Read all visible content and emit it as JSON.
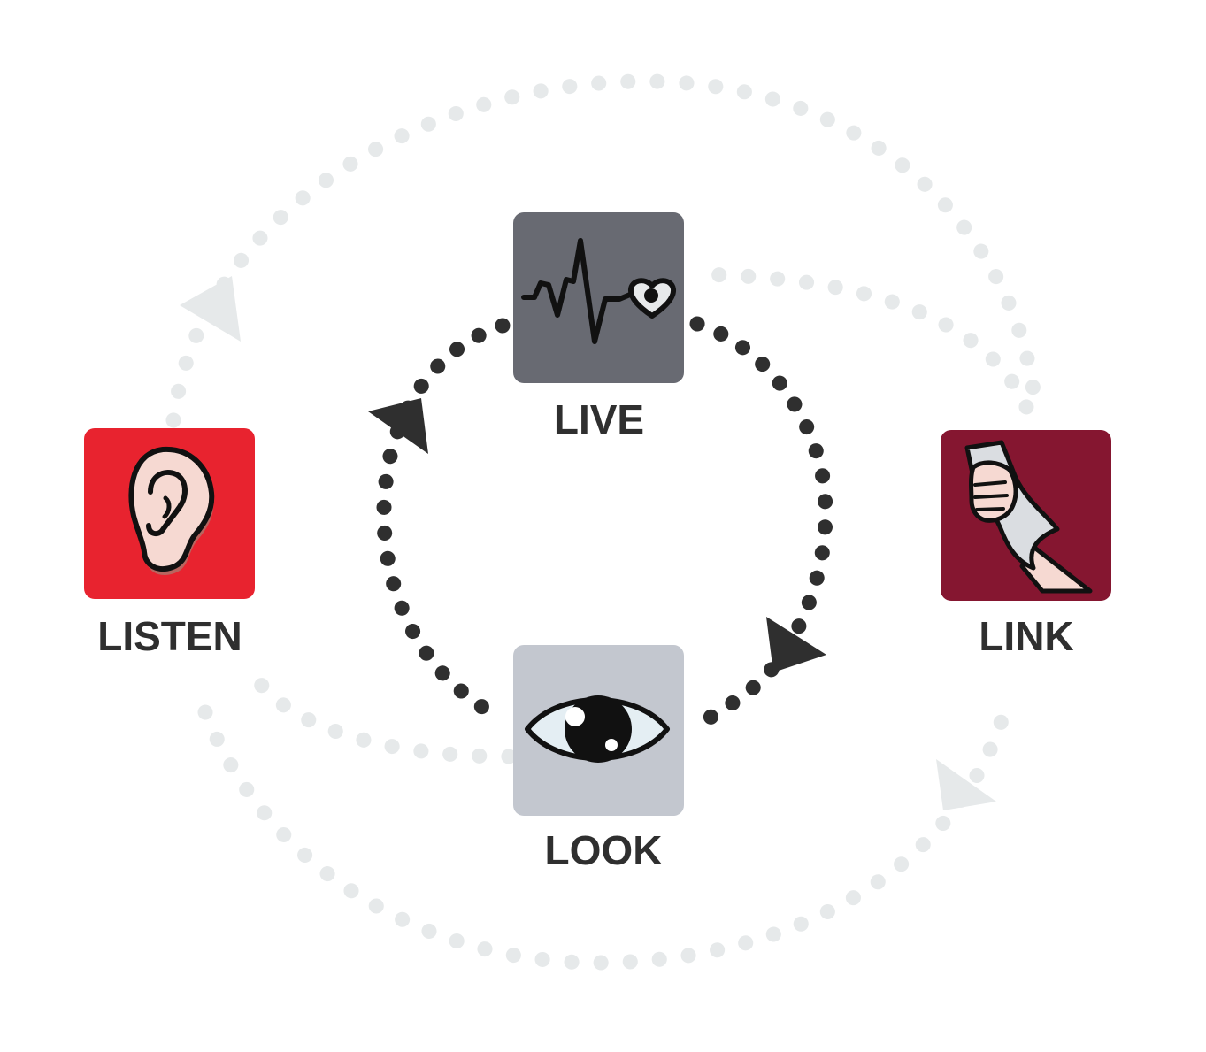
{
  "colors": {
    "outer_cycle": "#e6e9ea",
    "inner_cycle": "#2f2f2f",
    "live_tile": "#686a72",
    "listen_tile": "#e8232f",
    "link_tile": "#851630",
    "look_tile": "#c3c7cf",
    "label_text": "#2f2f2f"
  },
  "nodes": {
    "live": {
      "label": "LIVE",
      "icon": "heartbeat-icon"
    },
    "listen": {
      "label": "LISTEN",
      "icon": "ear-icon"
    },
    "link": {
      "label": "LINK",
      "icon": "helping-hands-icon"
    },
    "look": {
      "label": "LOOK",
      "icon": "eye-icon"
    }
  }
}
